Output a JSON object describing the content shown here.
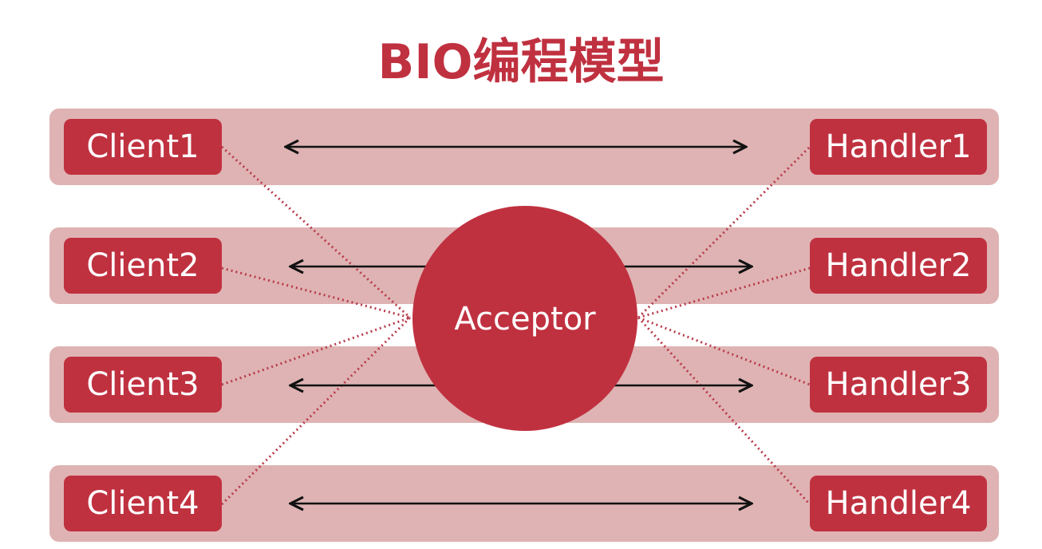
{
  "title": "BIO编程模型",
  "acceptor": {
    "label": "Acceptor"
  },
  "clients": [
    {
      "label": "Client1"
    },
    {
      "label": "Client2"
    },
    {
      "label": "Client3"
    },
    {
      "label": "Client4"
    }
  ],
  "handlers": [
    {
      "label": "Handler1"
    },
    {
      "label": "Handler2"
    },
    {
      "label": "Handler3"
    },
    {
      "label": "Handler4"
    }
  ],
  "colors": {
    "primary": "#c03140",
    "band": "#dfb3b3",
    "dotted_line": "#b83b4a",
    "arrow": "#111111",
    "title": "#c03140"
  }
}
